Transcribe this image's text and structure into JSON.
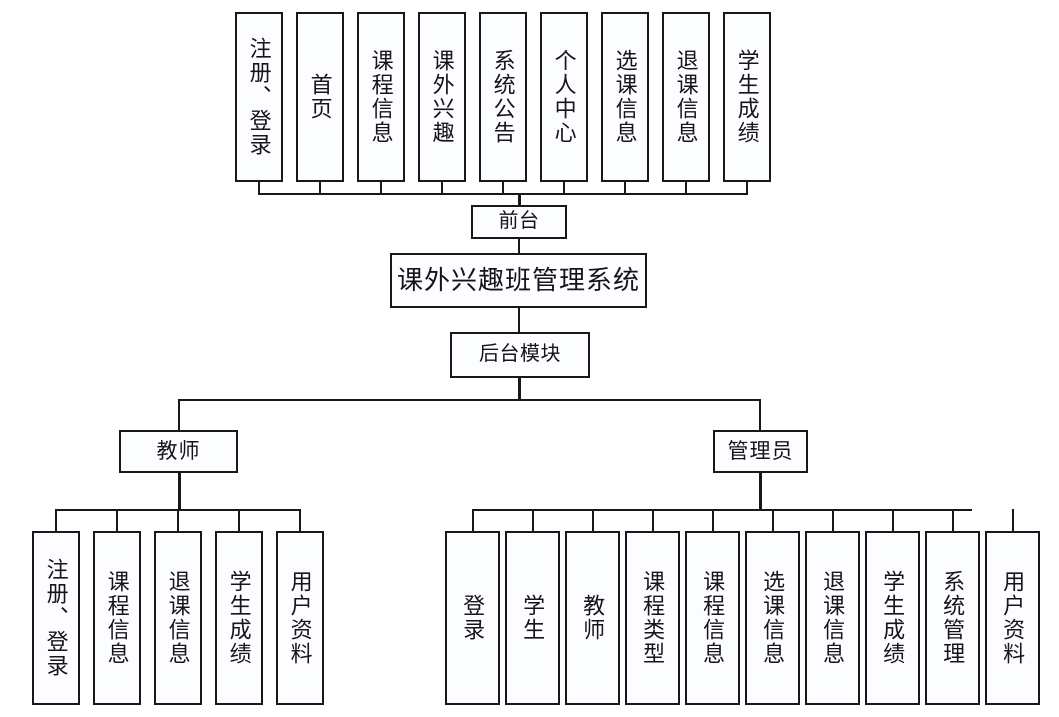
{
  "diagram": {
    "title": "课外兴趣班管理系统",
    "type": "hierarchy-tree",
    "colors": {
      "stroke": "#17171c",
      "fill": "#fcfdff",
      "background": "#ffffff",
      "text": "#16161a"
    }
  },
  "root": {
    "label": "课外兴趣班管理系统"
  },
  "branches": {
    "frontend": {
      "label": "前台",
      "children": [
        {
          "label": "注册、登录"
        },
        {
          "label": "首页"
        },
        {
          "label": "课程信息"
        },
        {
          "label": "课外兴趣"
        },
        {
          "label": "系统公告"
        },
        {
          "label": "个人中心"
        },
        {
          "label": "选课信息"
        },
        {
          "label": "退课信息"
        },
        {
          "label": "学生成绩"
        }
      ]
    },
    "backend": {
      "label": "后台模块",
      "roles": [
        {
          "key": "teacher",
          "label": "教师",
          "children": [
            {
              "label": "注册、登录"
            },
            {
              "label": "课程信息"
            },
            {
              "label": "退课信息"
            },
            {
              "label": "学生成绩"
            },
            {
              "label": "用户资料"
            }
          ]
        },
        {
          "key": "admin",
          "label": "管理员",
          "children": [
            {
              "label": "登录"
            },
            {
              "label": "学生"
            },
            {
              "label": "教师"
            },
            {
              "label": "课程类型"
            },
            {
              "label": "课程信息"
            },
            {
              "label": "选课信息"
            },
            {
              "label": "退课信息"
            },
            {
              "label": "学生成绩"
            },
            {
              "label": "系统管理"
            },
            {
              "label": "用户资料"
            }
          ]
        }
      ]
    }
  }
}
